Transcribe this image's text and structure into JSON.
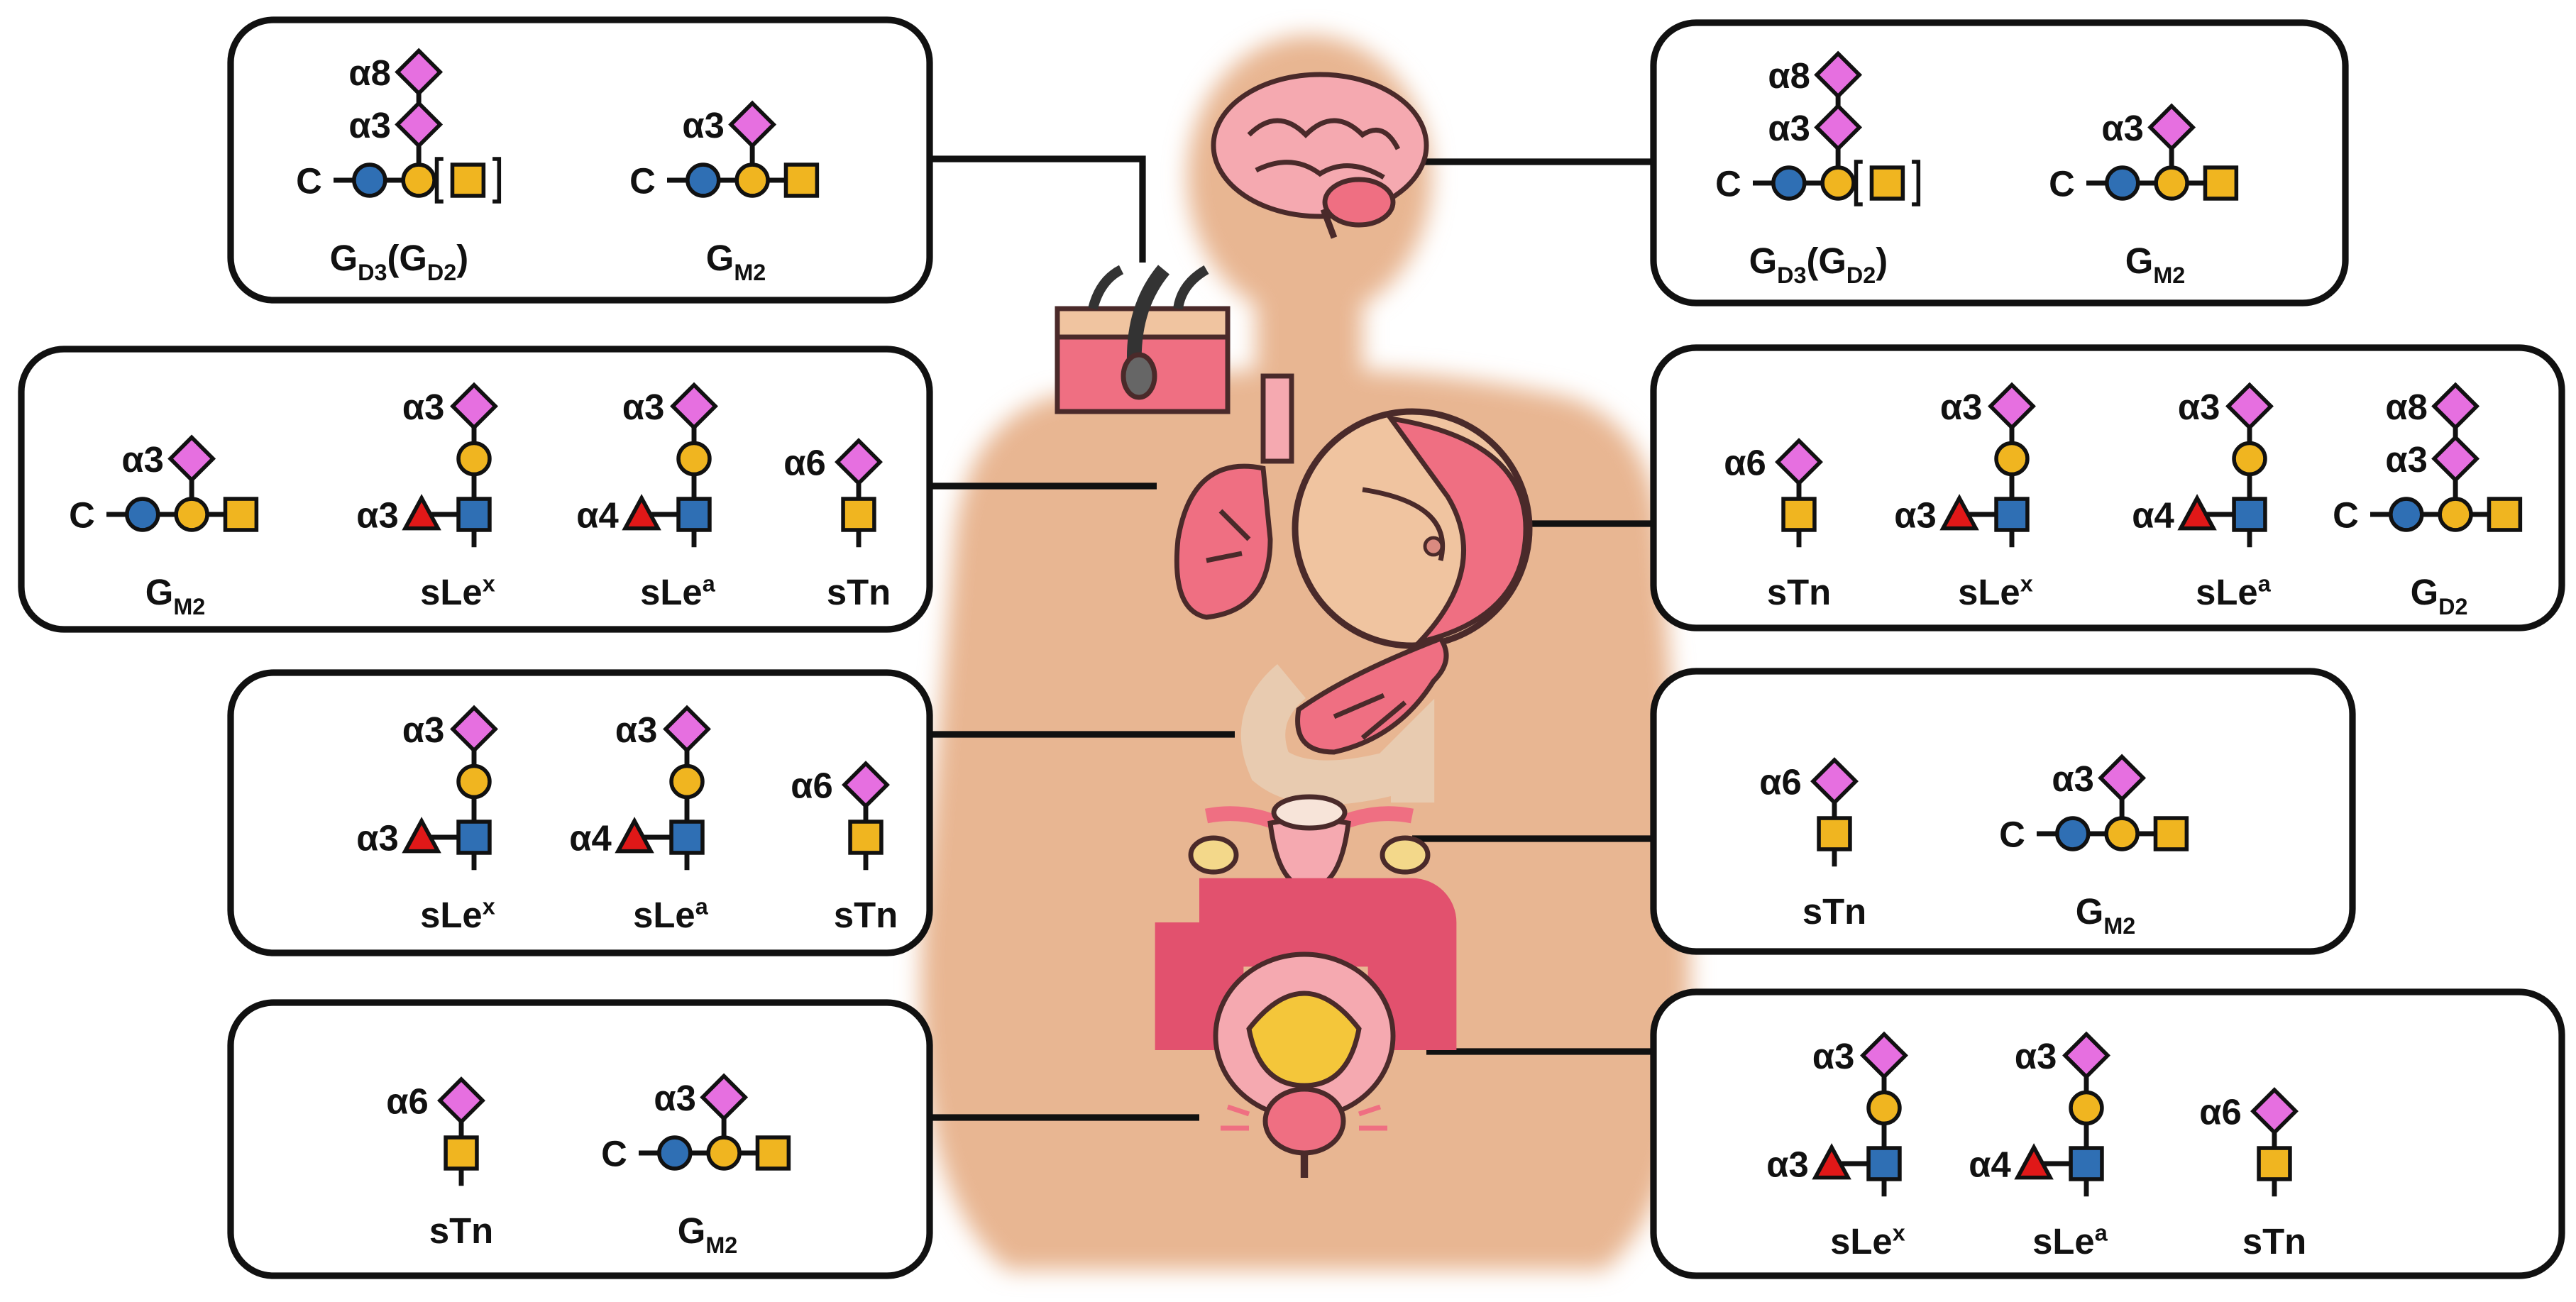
{
  "colors": {
    "box_stroke": "#111111",
    "line": "#111111",
    "sialic": "#e66fe0",
    "galactose": "#f0b520",
    "glucose": "#2f6fb4",
    "fucose": "#e01818",
    "body_silhouette": "#e8b692",
    "organ_pink": "#ef6f82",
    "organ_light": "#f5a9b0",
    "skin_tone": "#f0c4a0",
    "bladder_yellow": "#f4c63a"
  },
  "labels": {
    "gd3_gd2": "G",
    "gd3_sub": "D3",
    "gd2_paren_open": "(G",
    "gd2_sub": "D2",
    "gd2_paren_close": ")",
    "gm2": "G",
    "gm2_sub": "M2",
    "gd2": "G",
    "gd2_only_sub": "D2",
    "slex": "sLe",
    "slex_sup": "x",
    "slea": "sLe",
    "slea_sup": "a",
    "stn": "sTn",
    "ceramide": "C",
    "a8": "α8",
    "a3": "α3",
    "a4": "α4",
    "a6": "α6"
  },
  "icons": {
    "silhouette": "human-silhouette-icon",
    "brain": "brain-icon",
    "skin": "skin-hair-follicle-icon",
    "lungs": "lungs-icon",
    "breast": "breast-icon",
    "pancreas": "pancreas-icon",
    "ovaries": "uterus-ovaries-icon",
    "colon": "colon-icon",
    "prostate": "bladder-prostate-icon"
  }
}
